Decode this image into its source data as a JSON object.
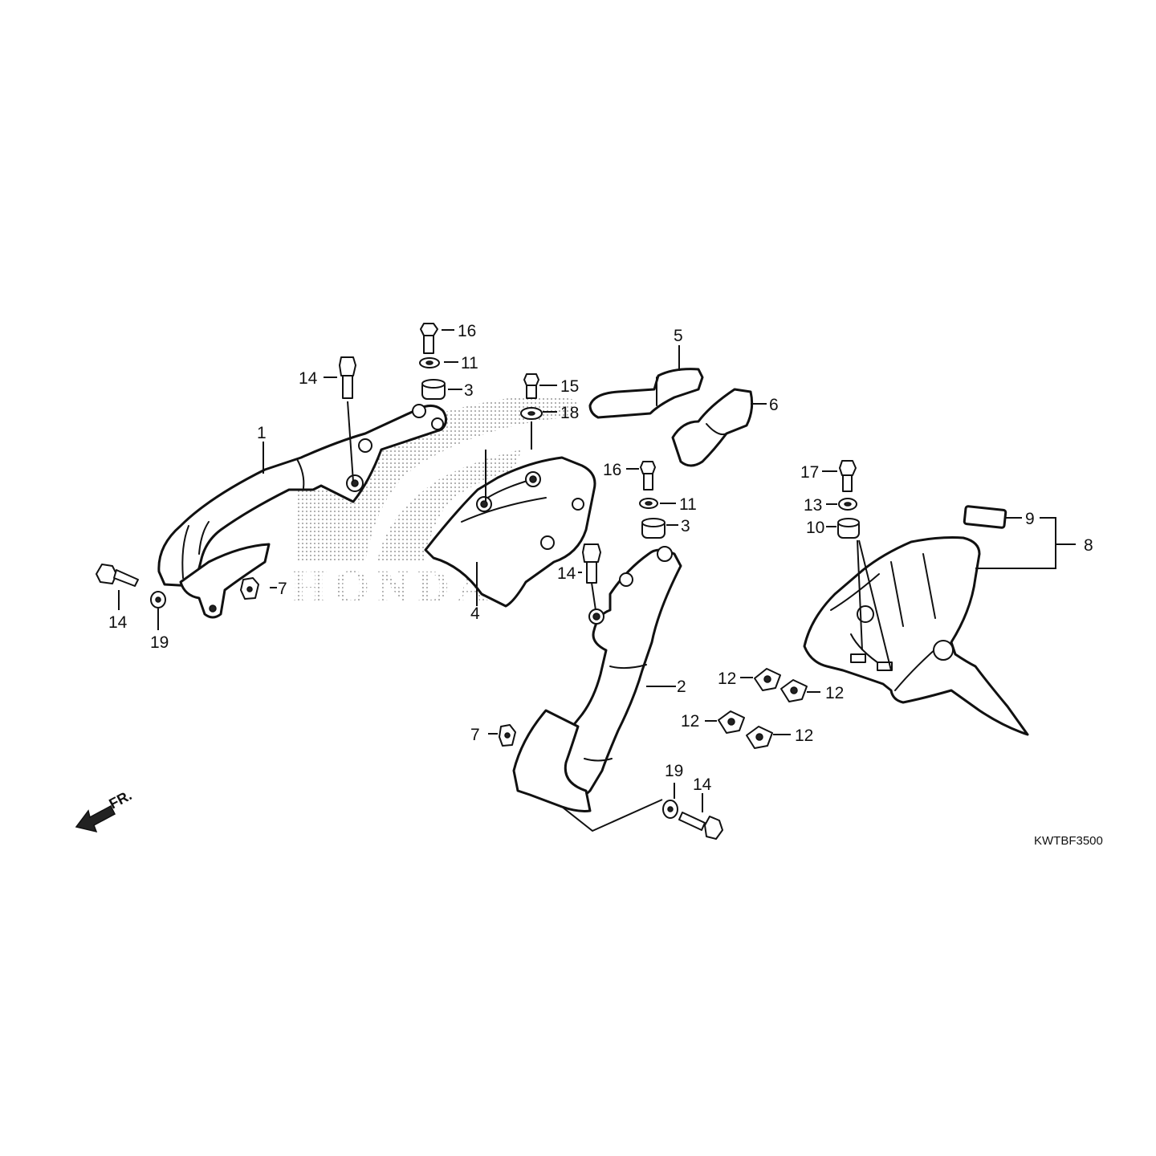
{
  "watermark": {
    "text": "HONDA"
  },
  "direction_marker": {
    "text": "FR."
  },
  "diagram_code": "KWTBF3500",
  "callouts": [
    {
      "id": "c-1",
      "text": "1"
    },
    {
      "id": "c-2",
      "text": "2"
    },
    {
      "id": "c-3a",
      "text": "3"
    },
    {
      "id": "c-3b",
      "text": "3"
    },
    {
      "id": "c-4",
      "text": "4"
    },
    {
      "id": "c-5",
      "text": "5"
    },
    {
      "id": "c-6",
      "text": "6"
    },
    {
      "id": "c-7a",
      "text": "7"
    },
    {
      "id": "c-7b",
      "text": "7"
    },
    {
      "id": "c-8",
      "text": "8"
    },
    {
      "id": "c-9",
      "text": "9"
    },
    {
      "id": "c-10",
      "text": "10"
    },
    {
      "id": "c-11a",
      "text": "11"
    },
    {
      "id": "c-11b",
      "text": "11"
    },
    {
      "id": "c-12a",
      "text": "12"
    },
    {
      "id": "c-12b",
      "text": "12"
    },
    {
      "id": "c-12c",
      "text": "12"
    },
    {
      "id": "c-12d",
      "text": "12"
    },
    {
      "id": "c-13",
      "text": "13"
    },
    {
      "id": "c-14a",
      "text": "14"
    },
    {
      "id": "c-14b",
      "text": "14"
    },
    {
      "id": "c-14c",
      "text": "14"
    },
    {
      "id": "c-14d",
      "text": "14"
    },
    {
      "id": "c-15",
      "text": "15"
    },
    {
      "id": "c-16a",
      "text": "16"
    },
    {
      "id": "c-16b",
      "text": "16"
    },
    {
      "id": "c-17",
      "text": "17"
    },
    {
      "id": "c-18",
      "text": "18"
    },
    {
      "id": "c-19a",
      "text": "19"
    },
    {
      "id": "c-19b",
      "text": "19"
    }
  ]
}
